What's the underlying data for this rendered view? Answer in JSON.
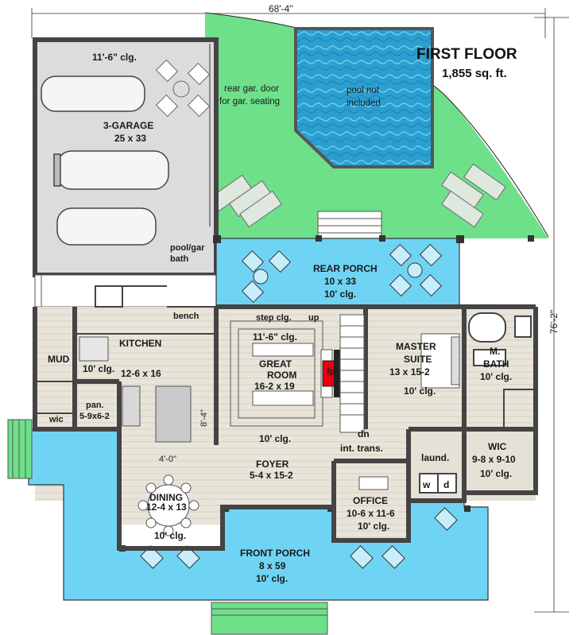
{
  "title": {
    "line1": "FIRST FLOOR",
    "line2": "1,855 sq. ft."
  },
  "dimensions": {
    "width": "68'-4\"",
    "depth": "76'-2\""
  },
  "colors": {
    "lawn": "#6ee08a",
    "porch": "#6fd4f4",
    "pool": "#2a9fd0",
    "garage": "#dcdcdc",
    "interior": "#e6e1d6",
    "wall": "#444444",
    "fireplace": "#e8000e"
  },
  "rooms": {
    "garage": {
      "ceiling": "11'-6\" clg.",
      "name": "3-GARAGE",
      "size": "25 x 33"
    },
    "gar_door": {
      "line1": "rear gar. door",
      "line2": "for gar. seating"
    },
    "pool": {
      "line1": "pool not",
      "line2": "included"
    },
    "pool_bath": {
      "line1": "pool/gar",
      "line2": "bath"
    },
    "rear_porch": {
      "name": "REAR PORCH",
      "size": "10 x 33",
      "ceiling": "10' clg."
    },
    "bench": "bench",
    "step_clg": "step clg.",
    "up": "up",
    "mud": "MUD",
    "kitchen": {
      "name": "KITCHEN",
      "size": "12-6 x 16",
      "ceiling": "10' clg."
    },
    "pantry": {
      "name": "pan.",
      "size": "5-9x6-2"
    },
    "wic_small": "wic",
    "great_room": {
      "ceiling_top": "11'-6\" clg.",
      "name": "GREAT",
      "name2": "ROOM",
      "size": "16-2 x 19",
      "ceiling_bottom": "10' clg."
    },
    "fp": "fp",
    "master_suite": {
      "name": "MASTER",
      "name2": "SUITE",
      "size": "13 x 15-2",
      "ceiling": "10' clg."
    },
    "master_bath": {
      "name": "M.",
      "name2": "BATH",
      "ceiling": "10' clg."
    },
    "dn": "dn",
    "int_trans": "int. trans.",
    "laund": "laund.",
    "w": "w",
    "d": "d",
    "wic": {
      "name": "WIC",
      "size": "9-8 x 9-10",
      "ceiling": "10' clg."
    },
    "foyer": {
      "name": "FOYER",
      "size": "5-4 x 15-2"
    },
    "dining": {
      "name": "DINING",
      "size": "12-4 x 13",
      "ceiling": "10' clg."
    },
    "office": {
      "name": "OFFICE",
      "size": "10-6 x 11-6",
      "ceiling": "10' clg."
    },
    "front_porch": {
      "name": "FRONT PORCH",
      "size": "8 x 59",
      "ceiling": "10' clg."
    },
    "dim_4_0": "4'-0\"",
    "dim_8_4": "8'-4\""
  }
}
